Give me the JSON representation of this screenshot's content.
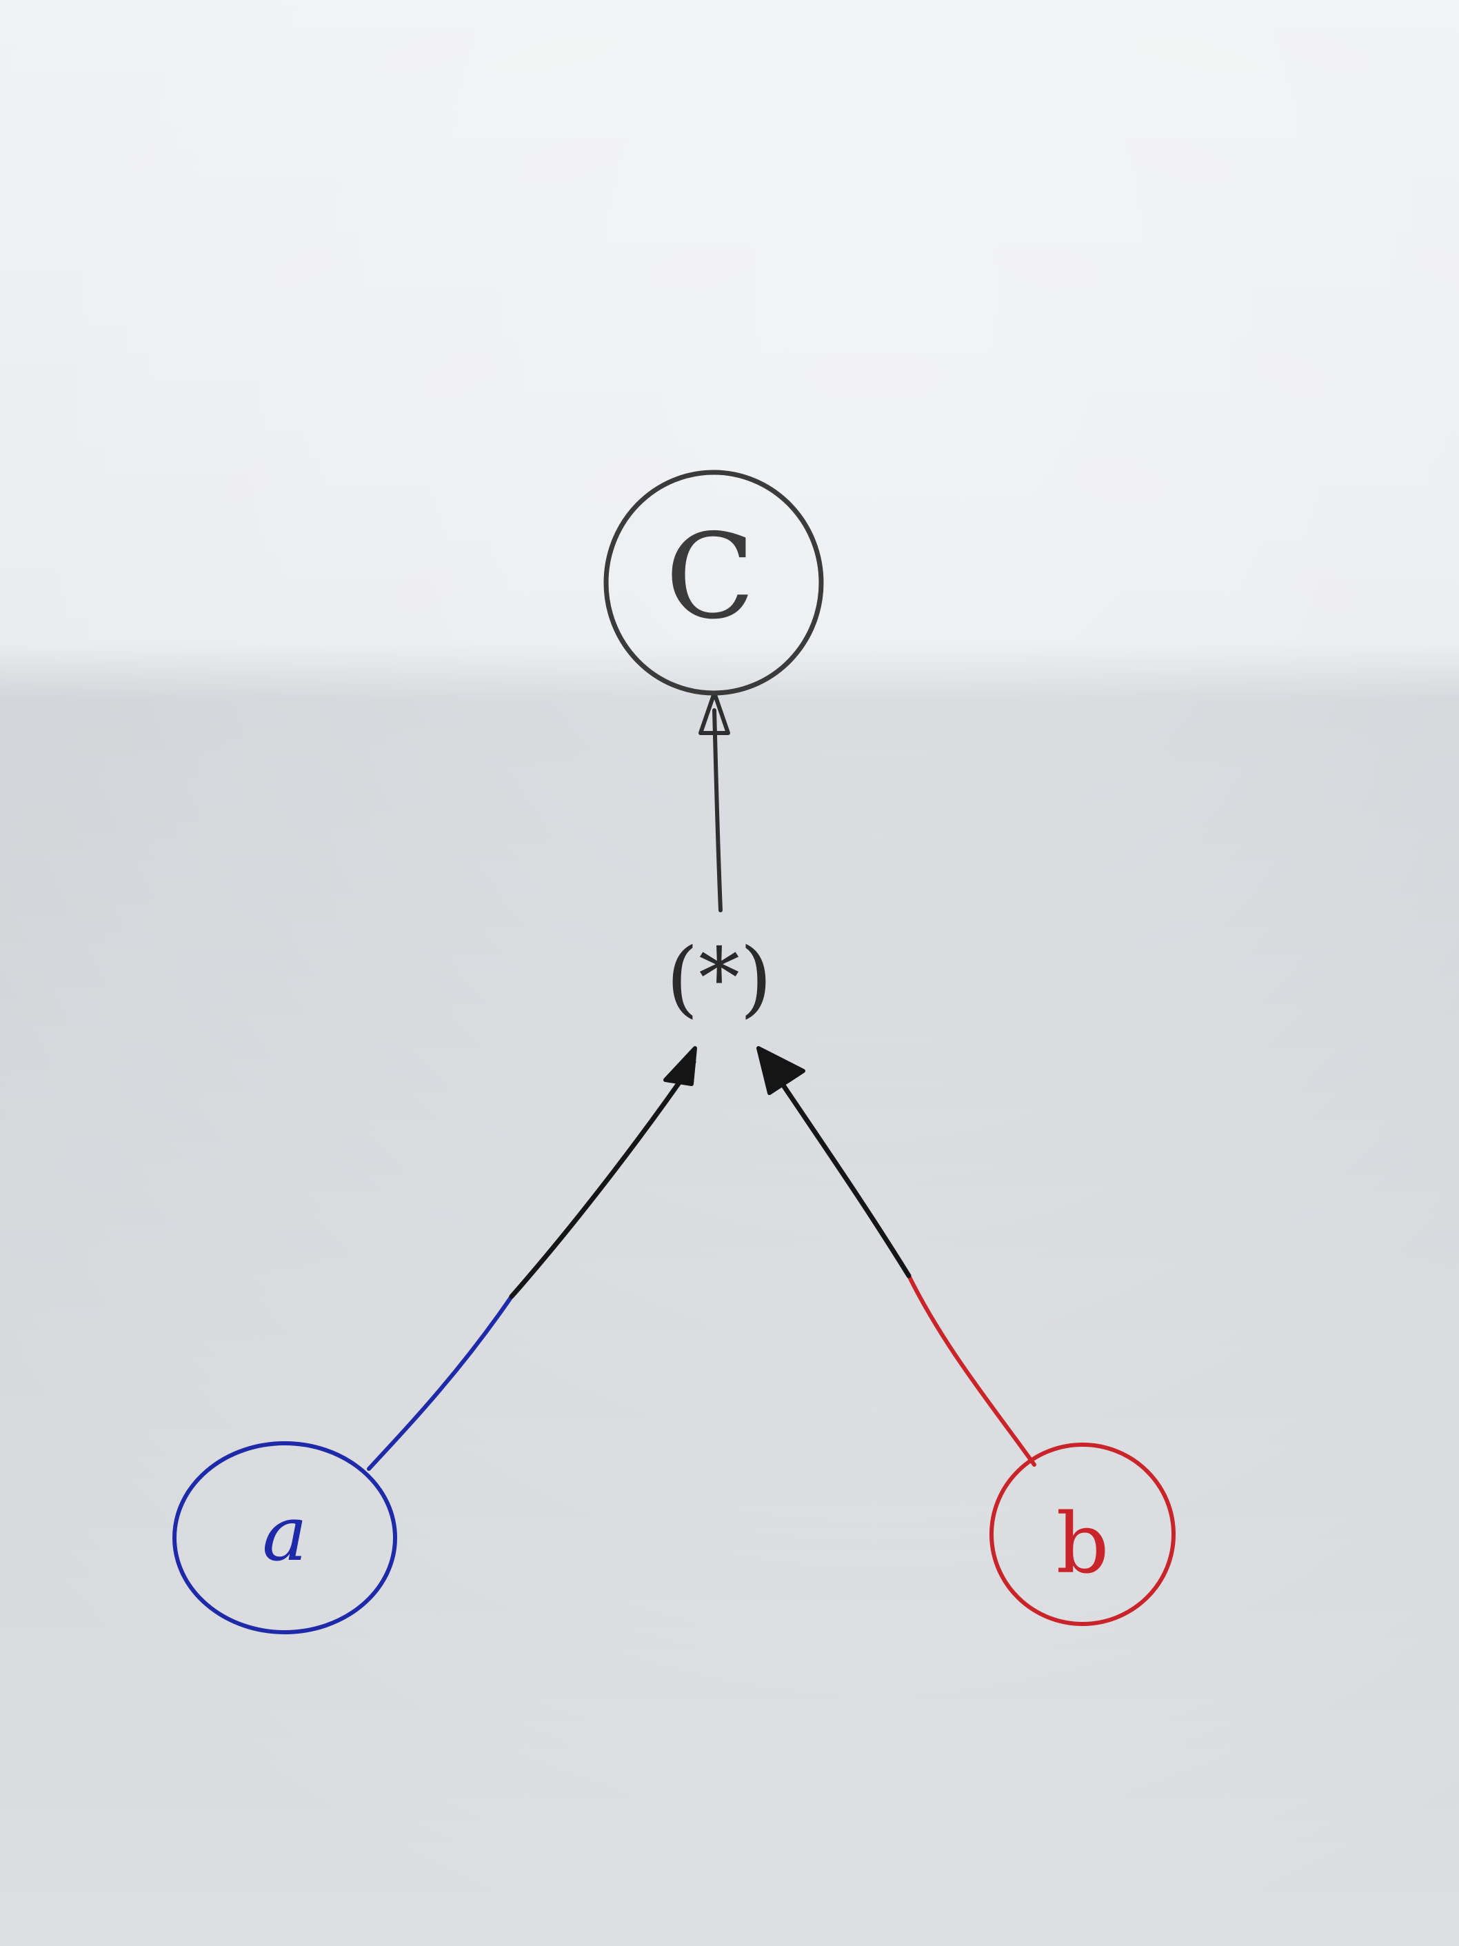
{
  "diagram": {
    "nodes": [
      {
        "id": "c",
        "label": "C",
        "color": "#3b3b3b",
        "shape": "circle"
      },
      {
        "id": "op",
        "label": "(*)",
        "color": "#2a2a2a",
        "shape": "text"
      },
      {
        "id": "a",
        "label": "a",
        "color": "#1f2aa8",
        "shape": "circle"
      },
      {
        "id": "b",
        "label": "b",
        "color": "#c8242a",
        "shape": "circle"
      }
    ],
    "edges": [
      {
        "from": "op",
        "to": "c",
        "color": "#2f2f2f"
      },
      {
        "from": "a",
        "to": "op",
        "source_color": "#1f2aa8",
        "head_color": "#151515"
      },
      {
        "from": "b",
        "to": "op",
        "source_color": "#c8242a",
        "head_color": "#151515"
      }
    ]
  },
  "colors": {
    "paper_light": "#eef0f2",
    "paper_shadow": "#c9ccd1"
  }
}
